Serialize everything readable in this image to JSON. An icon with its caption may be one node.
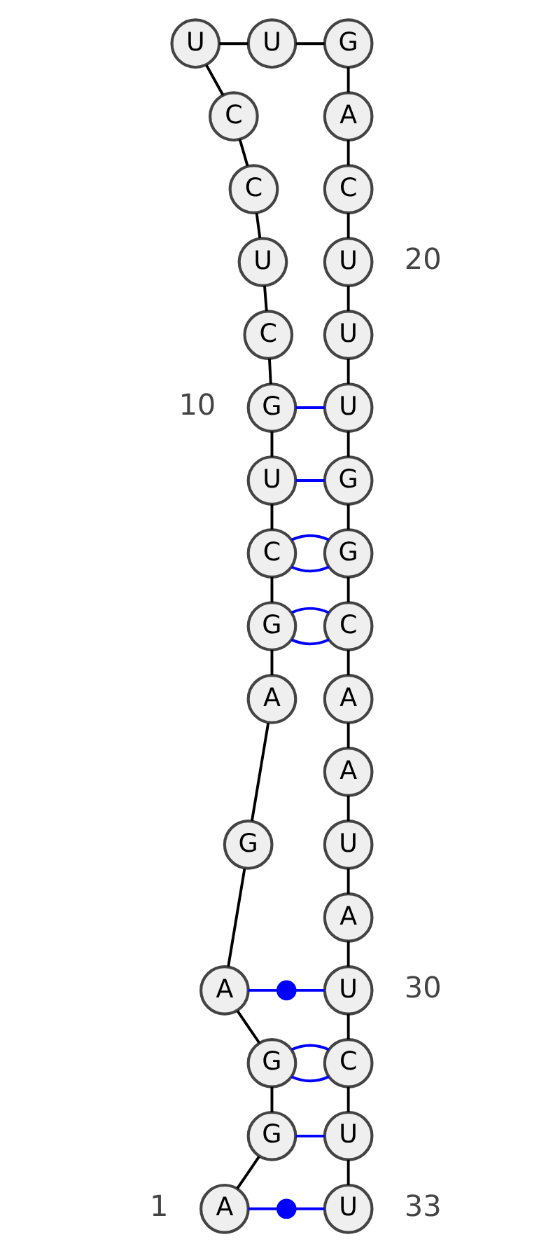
{
  "diagram": {
    "nodes": [
      {
        "text": [
          "A"
        ],
        "beside": [
          "1"
        ]
      },
      {
        "text": [
          "G"
        ]
      },
      {
        "text": [
          "G"
        ]
      },
      {
        "text": [
          "A"
        ]
      },
      {
        "text": [
          "G"
        ]
      },
      {
        "text": [
          "A"
        ]
      },
      {
        "text": [
          "G"
        ]
      },
      {
        "text": [
          "C"
        ]
      },
      {
        "text": [
          "U"
        ]
      },
      {
        "text": [
          "G"
        ],
        "beside": [
          "10"
        ]
      },
      {
        "text": [
          "C"
        ]
      },
      {
        "text": [
          "U"
        ]
      },
      {
        "text": [
          "C"
        ]
      },
      {
        "text": [
          "C"
        ]
      },
      {
        "text": [
          "U"
        ]
      },
      {
        "text": [
          "U"
        ]
      },
      {
        "text": [
          "G"
        ]
      },
      {
        "text": [
          "A"
        ]
      },
      {
        "text": [
          "C"
        ]
      },
      {
        "text": [
          "U"
        ],
        "beside": [
          "20"
        ]
      },
      {
        "text": [
          "U"
        ]
      },
      {
        "text": [
          "U"
        ]
      },
      {
        "text": [
          "G"
        ]
      },
      {
        "text": [
          "G"
        ]
      },
      {
        "text": [
          "C"
        ]
      },
      {
        "text": [
          "A"
        ]
      },
      {
        "text": [
          "A"
        ]
      },
      {
        "text": [
          "U"
        ]
      },
      {
        "text": [
          "A"
        ]
      },
      {
        "text": [
          "U"
        ],
        "beside": [
          "30"
        ]
      },
      {
        "text": [
          "C"
        ]
      },
      {
        "text": [
          "U"
        ]
      },
      {
        "text": [
          "U"
        ],
        "beside": [
          "33"
        ]
      },
      {
        "text": [],
        "shape": "circle"
      },
      {
        "text": [],
        "shape": "circle"
      }
    ],
    "edges": [
      {
        "from": 0,
        "to": 1,
        "arrow": "none"
      },
      {
        "from": 1,
        "to": 2,
        "arrow": "none"
      },
      {
        "from": 2,
        "to": 3,
        "arrow": "none"
      },
      {
        "from": 3,
        "to": 4,
        "arrow": "none"
      },
      {
        "from": 4,
        "to": 5,
        "arrow": "none"
      },
      {
        "from": 5,
        "to": 6,
        "arrow": "none"
      },
      {
        "from": 6,
        "to": 7,
        "arrow": "none"
      },
      {
        "from": 7,
        "to": 8,
        "arrow": "none"
      },
      {
        "from": 8,
        "to": 9,
        "arrow": "none"
      },
      {
        "from": 9,
        "to": 10,
        "arrow": "none"
      },
      {
        "from": 10,
        "to": 11,
        "arrow": "none"
      },
      {
        "from": 11,
        "to": 12,
        "arrow": "none"
      },
      {
        "from": 12,
        "to": 13,
        "arrow": "none"
      },
      {
        "from": 13,
        "to": 14,
        "arrow": "none"
      },
      {
        "from": 14,
        "to": 15,
        "arrow": "none"
      },
      {
        "from": 15,
        "to": 16,
        "arrow": "none"
      },
      {
        "from": 16,
        "to": 17,
        "arrow": "none"
      },
      {
        "from": 17,
        "to": 18,
        "arrow": "none"
      },
      {
        "from": 18,
        "to": 19,
        "arrow": "none"
      },
      {
        "from": 19,
        "to": 20,
        "arrow": "none"
      },
      {
        "from": 20,
        "to": 21,
        "arrow": "none"
      },
      {
        "from": 21,
        "to": 22,
        "arrow": "none"
      },
      {
        "from": 22,
        "to": 23,
        "arrow": "none"
      },
      {
        "from": 23,
        "to": 24,
        "arrow": "none"
      },
      {
        "from": 24,
        "to": 25,
        "arrow": "none"
      },
      {
        "from": 25,
        "to": 26,
        "arrow": "none"
      },
      {
        "from": 26,
        "to": 27,
        "arrow": "none"
      },
      {
        "from": 27,
        "to": 28,
        "arrow": "none"
      },
      {
        "from": 28,
        "to": 29,
        "arrow": "none"
      },
      {
        "from": 29,
        "to": 30,
        "arrow": "none"
      },
      {
        "from": 30,
        "to": 31,
        "arrow": "none"
      },
      {
        "from": 31,
        "to": 32,
        "arrow": "none"
      },
      {
        "from": 0,
        "to": 34,
        "arrow": "none",
        "color": "#0000ff"
      },
      {
        "from": 34,
        "to": 32,
        "arrow": "none",
        "color": "#0000ff"
      },
      {
        "from": 1,
        "to": 31,
        "arrow": "none",
        "color": "#0000ff"
      },
      {
        "from": 2,
        "to": 30,
        "arrow": "none",
        "color": "#0000ff"
      },
      {
        "from": 2,
        "to": 30,
        "arrow": "none",
        "color": "#0000ff"
      },
      {
        "from": 3,
        "to": 33,
        "arrow": "none",
        "color": "#0000ff"
      },
      {
        "from": 33,
        "to": 29,
        "arrow": "none",
        "color": "#0000ff"
      },
      {
        "from": 6,
        "to": 24,
        "arrow": "none",
        "color": "#0000ff"
      },
      {
        "from": 6,
        "to": 24,
        "arrow": "none",
        "color": "#0000ff"
      },
      {
        "from": 7,
        "to": 23,
        "arrow": "none",
        "color": "#0000ff"
      },
      {
        "from": 7,
        "to": 23,
        "arrow": "none",
        "color": "#0000ff"
      },
      {
        "from": 8,
        "to": 22,
        "arrow": "none",
        "color": "#0000ff"
      },
      {
        "from": 9,
        "to": 21,
        "arrow": "none",
        "color": "#0000ff"
      }
    ]
  }
}
